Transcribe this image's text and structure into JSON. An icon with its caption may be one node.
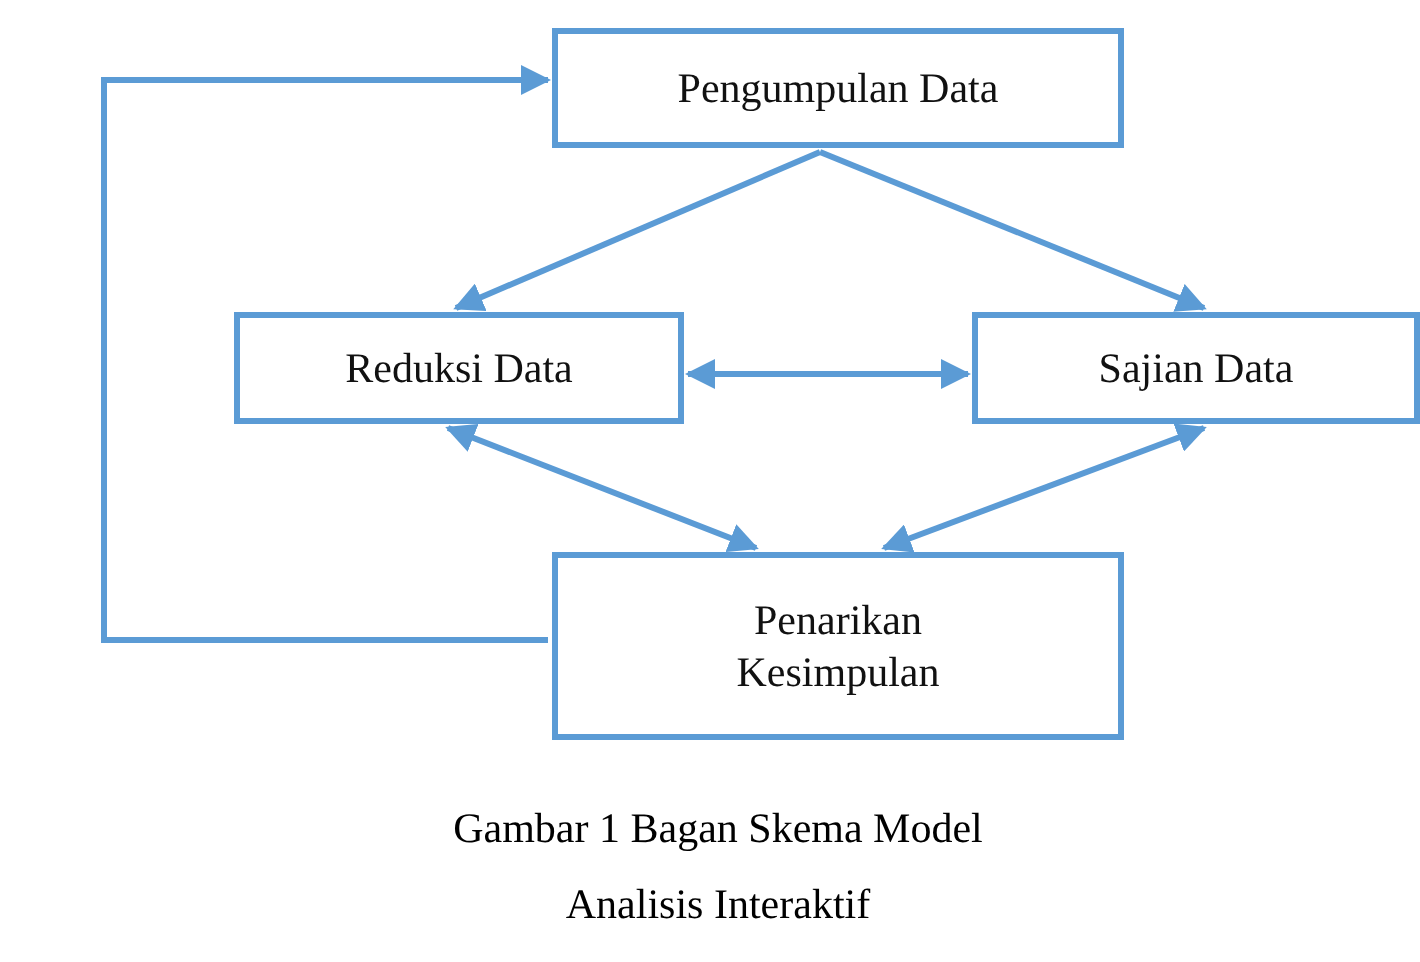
{
  "diagram": {
    "caption": "Gambar 1 Bagan Skema Model Analisis Interaktif",
    "nodes": [
      {
        "text": [
          "Pengumpulan Data"
        ]
      },
      {
        "text": [
          "Reduksi Data"
        ]
      },
      {
        "text": [
          "Sajian Data"
        ]
      },
      {
        "text": [
          "Penarikan Kesimpulan"
        ]
      }
    ],
    "edges": [
      {
        "from": 0,
        "to": 1,
        "arrow": "to"
      },
      {
        "from": 0,
        "to": 2,
        "arrow": "to"
      },
      {
        "from": 1,
        "to": 2,
        "arrow": "both"
      },
      {
        "from": 1,
        "to": 3,
        "arrow": "both"
      },
      {
        "from": 2,
        "to": 3,
        "arrow": "both"
      },
      {
        "from": 3,
        "to": 0,
        "arrow": "to"
      }
    ]
  }
}
